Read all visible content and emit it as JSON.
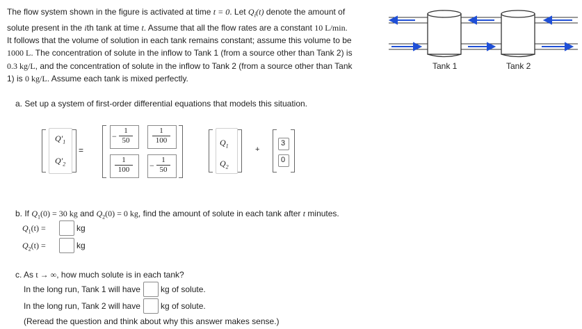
{
  "intro": {
    "line1_a": "The flow system shown in the figure is activated at time ",
    "line1_math": "t = 0",
    "line1_b": ". Let ",
    "line1_math2": "Q",
    "line1_sub": "i",
    "line1_math3": "(t)",
    "line1_c": " denote the amount of",
    "line2_a": "solute present in the ",
    "line2_math": "i",
    "line2_b": "th tank at time ",
    "line2_math2": "t",
    "line2_c": ". Assume that all the flow rates are a constant ",
    "line2_math3": "10 L/min.",
    "line3": "It follows that the volume of solution in each tank remains constant; assume this volume to be",
    "line4_math": "1000 L",
    "line4_b": ". The concentration of solute in the inflow to Tank 1 (from a source other than Tank 2) is",
    "line5_math": "0.3 kg/L",
    "line5_b": ", and the concentration of solute in the inflow to Tank 2 (from a source other than Tank",
    "line6_a": "1) is ",
    "line6_math": "0 kg/L",
    "line6_b": ". Assume each tank is mixed perfectly."
  },
  "figure": {
    "tank1_label": "Tank 1",
    "tank2_label": "Tank 2"
  },
  "part_a": {
    "prompt": "a. Set up a system of first-order differential equations that models this situation.",
    "lhs": [
      "Q′",
      "Q′"
    ],
    "lhs_sub": [
      "1",
      "2"
    ],
    "equals": "=",
    "matrix": [
      {
        "sign": "−",
        "num": "1",
        "den": "50"
      },
      {
        "sign": "",
        "num": "1",
        "den": "100"
      },
      {
        "sign": "",
        "num": "1",
        "den": "100"
      },
      {
        "sign": "−",
        "num": "1",
        "den": "50"
      }
    ],
    "vec": [
      "Q",
      "Q"
    ],
    "vec_sub": [
      "1",
      "2"
    ],
    "plus": "+",
    "const": [
      "3",
      "0"
    ]
  },
  "part_b": {
    "prompt_a": "b. If ",
    "prompt_m1": "Q",
    "prompt_s1": "1",
    "prompt_m2": "(0) = 30 kg",
    "prompt_b": " and ",
    "prompt_m3": "Q",
    "prompt_s3": "2",
    "prompt_m4": "(0) = 0 kg",
    "prompt_c": ", find the amount of solute in each tank after ",
    "prompt_m5": "t",
    "prompt_d": " minutes.",
    "q1_label": "Q",
    "q1_sub": "1",
    "q1_rest": "(t) =",
    "q2_label": "Q",
    "q2_sub": "2",
    "q2_rest": "(t) =",
    "unit": "kg",
    "q1_value": "",
    "q2_value": ""
  },
  "part_c": {
    "prompt_a": "c. As ",
    "prompt_m": "t → ∞",
    "prompt_b": ", how much solute is in each tank?",
    "line1": "In the long run, Tank 1 will have",
    "line2": "In the long run, Tank 2 will have",
    "unit": "kg of solute.",
    "note": "(Reread the question and think about why this answer makes sense.)",
    "tank1_value": "",
    "tank2_value": ""
  },
  "colors": {
    "arrow_blue": "#1f4fd6",
    "tank_stroke": "#333333"
  }
}
